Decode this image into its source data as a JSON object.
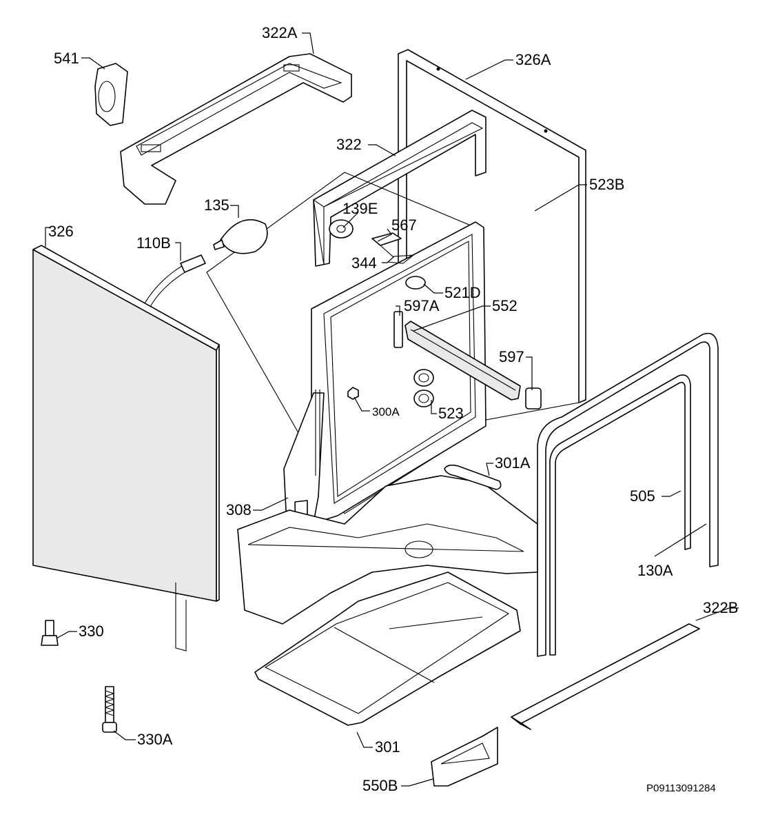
{
  "diagram": {
    "reference_code": "P09113091284",
    "callouts": [
      {
        "id": "541",
        "text": "541"
      },
      {
        "id": "322A",
        "text": "322A"
      },
      {
        "id": "326A",
        "text": "326A"
      },
      {
        "id": "322",
        "text": "322"
      },
      {
        "id": "523B",
        "text": "523B"
      },
      {
        "id": "135",
        "text": "135"
      },
      {
        "id": "139E",
        "text": "139E"
      },
      {
        "id": "567",
        "text": "567"
      },
      {
        "id": "326",
        "text": "326"
      },
      {
        "id": "110B",
        "text": "110B"
      },
      {
        "id": "344",
        "text": "344"
      },
      {
        "id": "521D",
        "text": "521D"
      },
      {
        "id": "597A",
        "text": "597A"
      },
      {
        "id": "552",
        "text": "552"
      },
      {
        "id": "597",
        "text": "597"
      },
      {
        "id": "300A",
        "text": "300A"
      },
      {
        "id": "523",
        "text": "523"
      },
      {
        "id": "301A",
        "text": "301A"
      },
      {
        "id": "505",
        "text": "505"
      },
      {
        "id": "308",
        "text": "308"
      },
      {
        "id": "130A",
        "text": "130A"
      },
      {
        "id": "322B",
        "text": "322B"
      },
      {
        "id": "330",
        "text": "330"
      },
      {
        "id": "330A",
        "text": "330A"
      },
      {
        "id": "301",
        "text": "301"
      },
      {
        "id": "550B",
        "text": "550B"
      }
    ]
  }
}
